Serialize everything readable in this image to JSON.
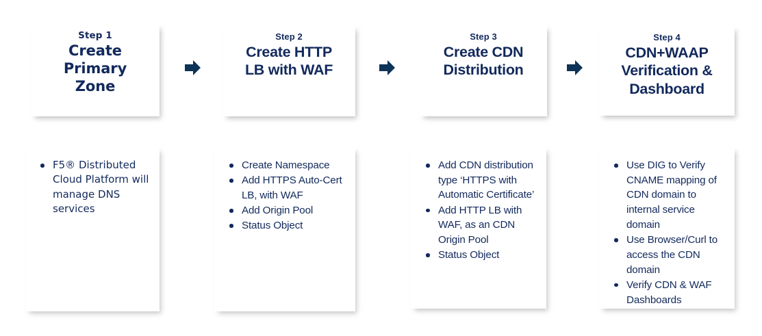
{
  "meta": {
    "accent_navy": "#12295c",
    "arrow_color": "#0d3357",
    "card_background": "#ffffff",
    "page_background": "#ffffff"
  },
  "steps": [
    {
      "eyebrow": "Step 1",
      "title": "Create\nPrimary\nZone",
      "bullets": [
        "F5® Distributed Cloud Platform will manage DNS services"
      ]
    },
    {
      "eyebrow": "Step 2",
      "title": "Create HTTP\nLB with WAF",
      "bullets": [
        "Create Namespace",
        "Add HTTPS Auto-Cert LB, with WAF",
        "Add Origin Pool",
        "Status Object"
      ]
    },
    {
      "eyebrow": "Step 3",
      "title": "Create CDN\nDistribution",
      "bullets": [
        "Add CDN distribution type ‘HTTPS with Automatic Certificate’",
        "Add HTTP LB with WAF, as an CDN Origin Pool",
        "Status Object"
      ]
    },
    {
      "eyebrow": "Step 4",
      "title": "CDN+WAAP\nVerification &\nDashboard",
      "bullets": [
        "Use DIG to Verify CNAME mapping of CDN domain to internal service domain",
        "Use Browser/Curl to access the CDN domain",
        "Verify CDN & WAF Dashboards"
      ]
    }
  ],
  "connectors": [
    {
      "icon": "arrow-right-icon"
    },
    {
      "icon": "arrow-right-icon"
    },
    {
      "icon": "arrow-right-icon"
    }
  ]
}
